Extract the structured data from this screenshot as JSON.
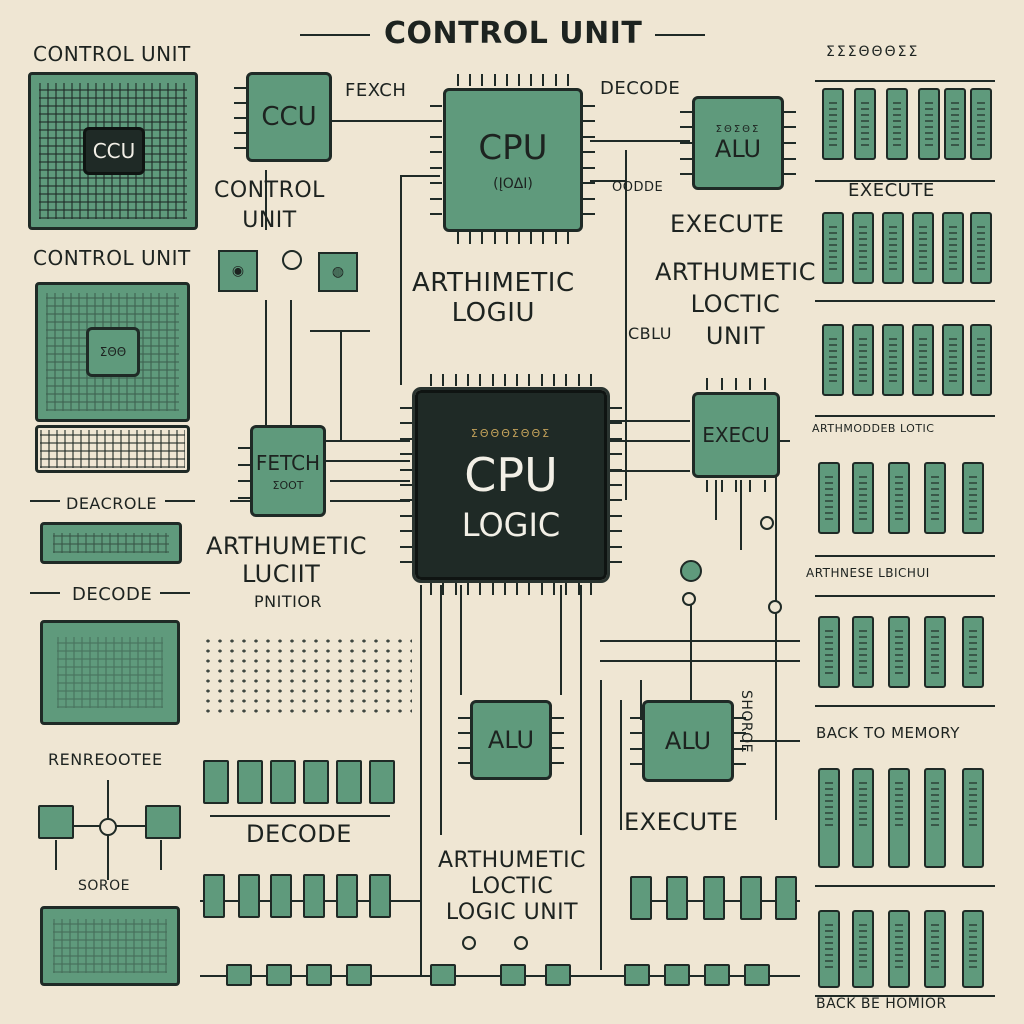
{
  "title": "CONTROL UNIT",
  "left": {
    "control_unit_1": "CONTROL UNIT",
    "ccu_board": "CCU",
    "control_unit_2": "CONTROL UNIT",
    "deacrole": "DEACROLE",
    "decode": "DECODE",
    "renreote": "RENREOOTEE",
    "soroe": "SOROE"
  },
  "chips": {
    "ccu": "CCU",
    "cpu_top_1": "CPU",
    "cpu_top_2": "(ĮOΔΙ)",
    "alu_top": "ALU",
    "cpu_center_1": "CPU",
    "cpu_center_2": "LOGIC",
    "fetch": "FETCH",
    "fetch_sub": "ΣOOT",
    "execu": "EXECU",
    "alu_left": "ALU",
    "alu_right": "ALU"
  },
  "labels": {
    "fexch": "FEXCH",
    "decode_top": "DECODE",
    "control_unit": [
      "CONTROL",
      "UNIT"
    ],
    "execute_top": "EXECUTE",
    "oodde": "OODDE",
    "arthimetic_logiu": [
      "ARTHIMETIC",
      "LOGIU"
    ],
    "arthumetic_loctic": [
      "ARTHUMETIC",
      "LOCTIC",
      "UNIT"
    ],
    "cblu": "CBLU",
    "arthumetic_lucit": [
      "ARTHUMETIC",
      "LUCIIT",
      "PNITIOR"
    ],
    "decode_mid": "DECODE",
    "execute_bottom": "EXECUTE",
    "arthumetic_bottom": [
      "ARTHUMETIC",
      "LOCTIC",
      "LOGIC UNIT"
    ]
  },
  "right": {
    "header": "ΣΣΣΘΘΘΣΣ",
    "execute": "EXECUTE",
    "arthmoder": "ARTHMODDEB LOTIC",
    "arthenese": "ARTHNESE LBICHUI",
    "back_to_memory": "BACK TO MEMORY",
    "shoroe": "SHOROE",
    "back_be_memory": "BACK BE HOMIOR"
  },
  "colors": {
    "background": "#efe6d3",
    "chip_green": "#5f9a7c",
    "ink": "#1f2a26"
  }
}
